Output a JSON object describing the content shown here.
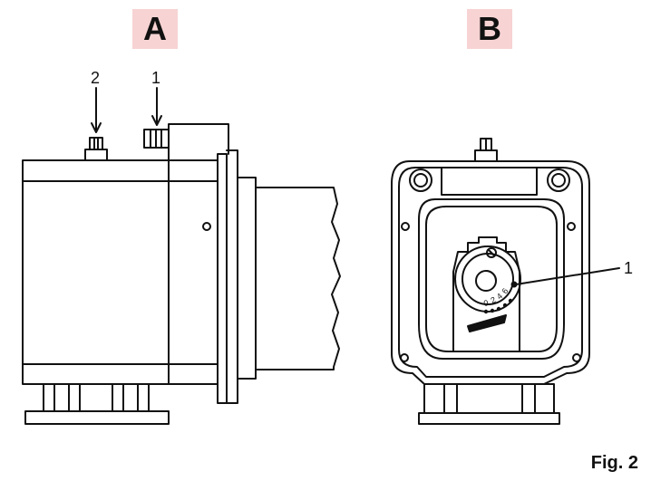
{
  "panels": {
    "a_label": "A",
    "b_label": "B"
  },
  "callouts": {
    "a_1": "1",
    "a_2": "2",
    "b_1": "1"
  },
  "dial_scale": [
    "0",
    "2",
    "4",
    "6"
  ],
  "caption": "Fig. 2",
  "colors": {
    "label_background": "#f7d3d3",
    "line": "#111111"
  }
}
